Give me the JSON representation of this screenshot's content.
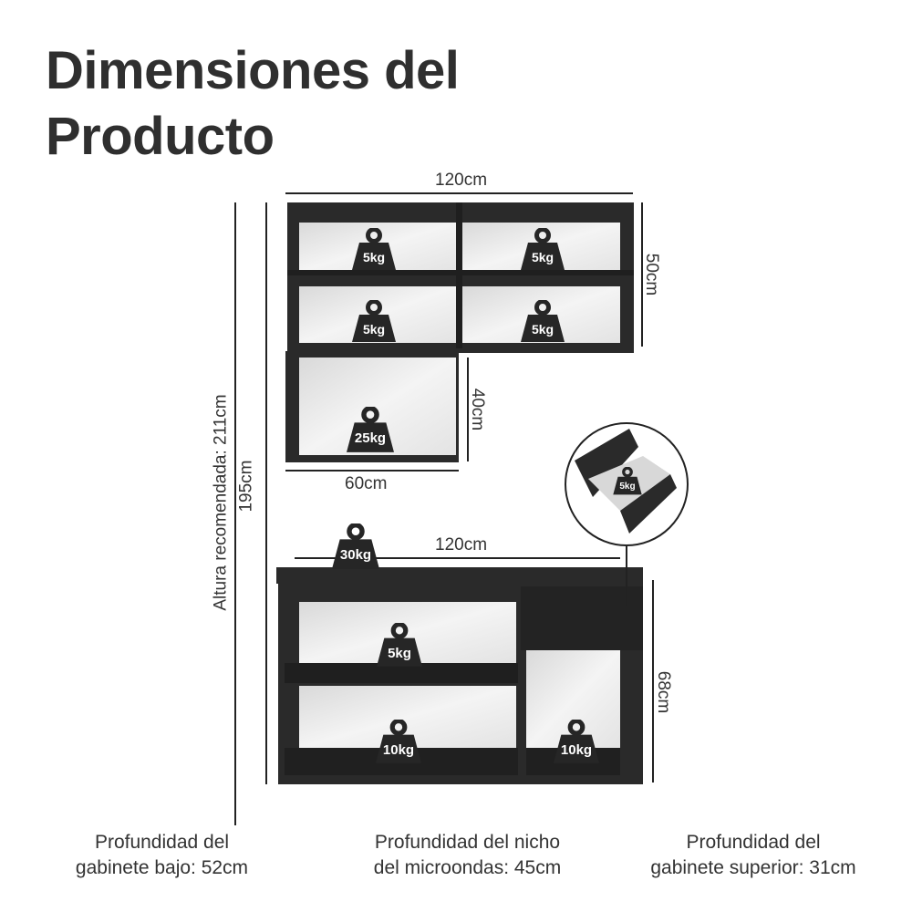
{
  "title_line1": "Dimensiones del",
  "title_line2": "Producto",
  "dimensions": {
    "upper_width": "120cm",
    "upper_height": "50cm",
    "niche_height": "40cm",
    "niche_width": "60cm",
    "lower_width": "120cm",
    "lower_height": "68cm",
    "total_height": "195cm",
    "recommended_height": "Altura recomendada: 211cm"
  },
  "weights": {
    "upper_tl": "5kg",
    "upper_tr": "5kg",
    "upper_ml": "5kg",
    "upper_mr": "5kg",
    "niche": "25kg",
    "top_surface": "30kg",
    "lower_shelf": "5kg",
    "lower_bottom_left": "10kg",
    "lower_bottom_right": "10kg",
    "drawer": "5kg"
  },
  "notes": {
    "lower_depth_line1": "Profundidad del",
    "lower_depth_line2": "gabinete bajo: 52cm",
    "micro_depth_line1": "Profundidad del nicho",
    "micro_depth_line2": "del microondas: 45cm",
    "upper_depth_line1": "Profundidad del",
    "upper_depth_line2": "gabinete superior: 31cm"
  },
  "icons": [
    "weight-icon"
  ],
  "colors": {
    "cabinet": "#2a2a2a",
    "interior": "#ececec",
    "text": "#2f2f2f"
  }
}
